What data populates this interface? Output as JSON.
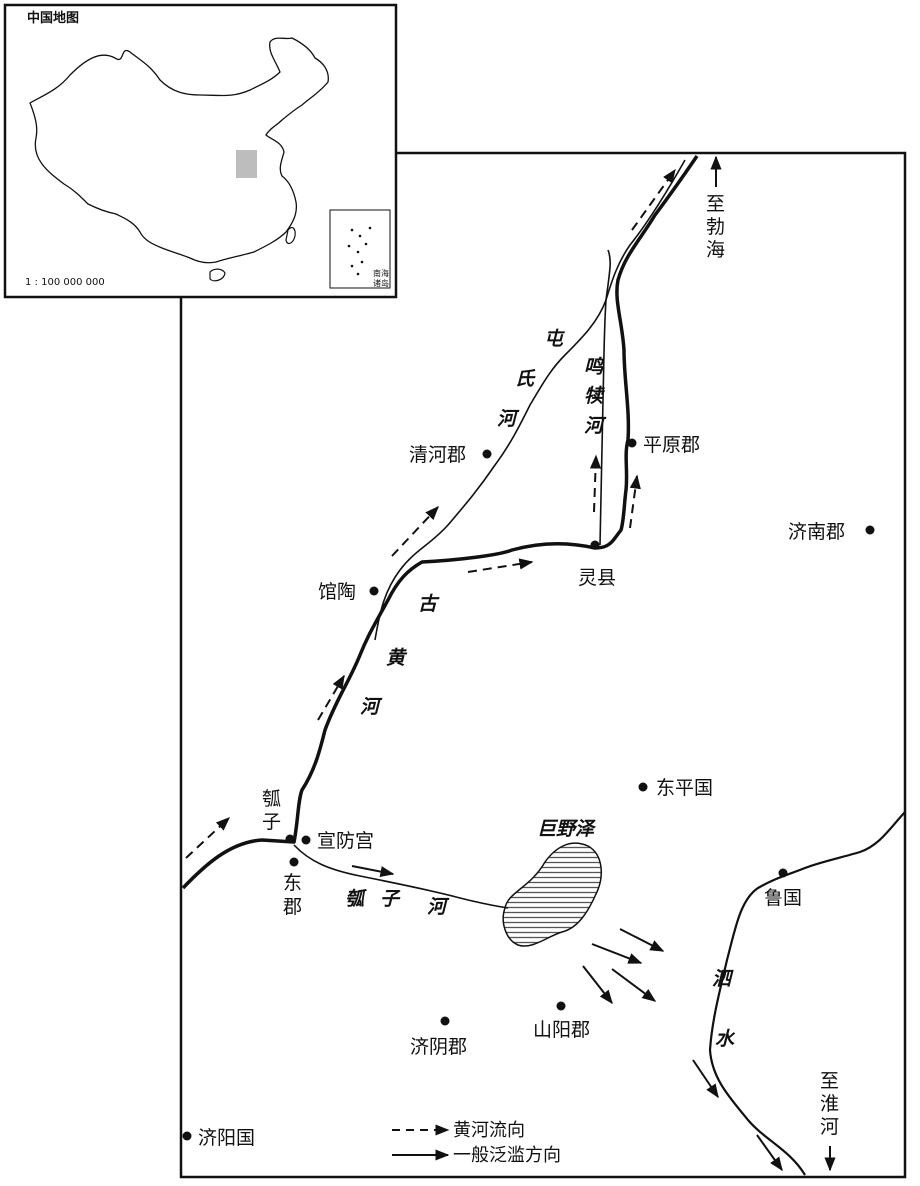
{
  "inset": {
    "title": "中国地图",
    "scale": "1 : 100 000 000",
    "south_sea_label_1": "南海",
    "south_sea_label_2": "诸岛"
  },
  "places": {
    "qinghe": "清河郡",
    "pingyuan": "平原郡",
    "jinan": "济南郡",
    "guantao": "馆陶",
    "lingxian": "灵县",
    "dongping": "东平国",
    "huzi": "瓠子",
    "xuanfang": "宣防宫",
    "dongjun": "东郡",
    "luguo": "鲁国",
    "jiyin": "济阴郡",
    "shanyang": "山阳郡",
    "jiyang": "济阳国"
  },
  "rivers": {
    "tunshi_1": "屯",
    "tunshi_2": "氏",
    "tunshi_3": "河",
    "mingdu_1": "鸣",
    "mingdu_2": "犊",
    "mingdu_3": "河",
    "gu": "古",
    "huang": "黄",
    "he": "河",
    "huzi_1": "瓠",
    "huzi_2": "子",
    "huzi_3": "河",
    "si_1": "泗",
    "si_2": "水"
  },
  "lake": {
    "name": "巨野泽"
  },
  "directions": {
    "bohai_1": "至",
    "bohai_2": "勃",
    "bohai_3": "海",
    "huai_1": "至",
    "huai_2": "淮",
    "huai_3": "河"
  },
  "legend": {
    "dashed": "黄河流向",
    "solid": "一般泛滥方向"
  }
}
